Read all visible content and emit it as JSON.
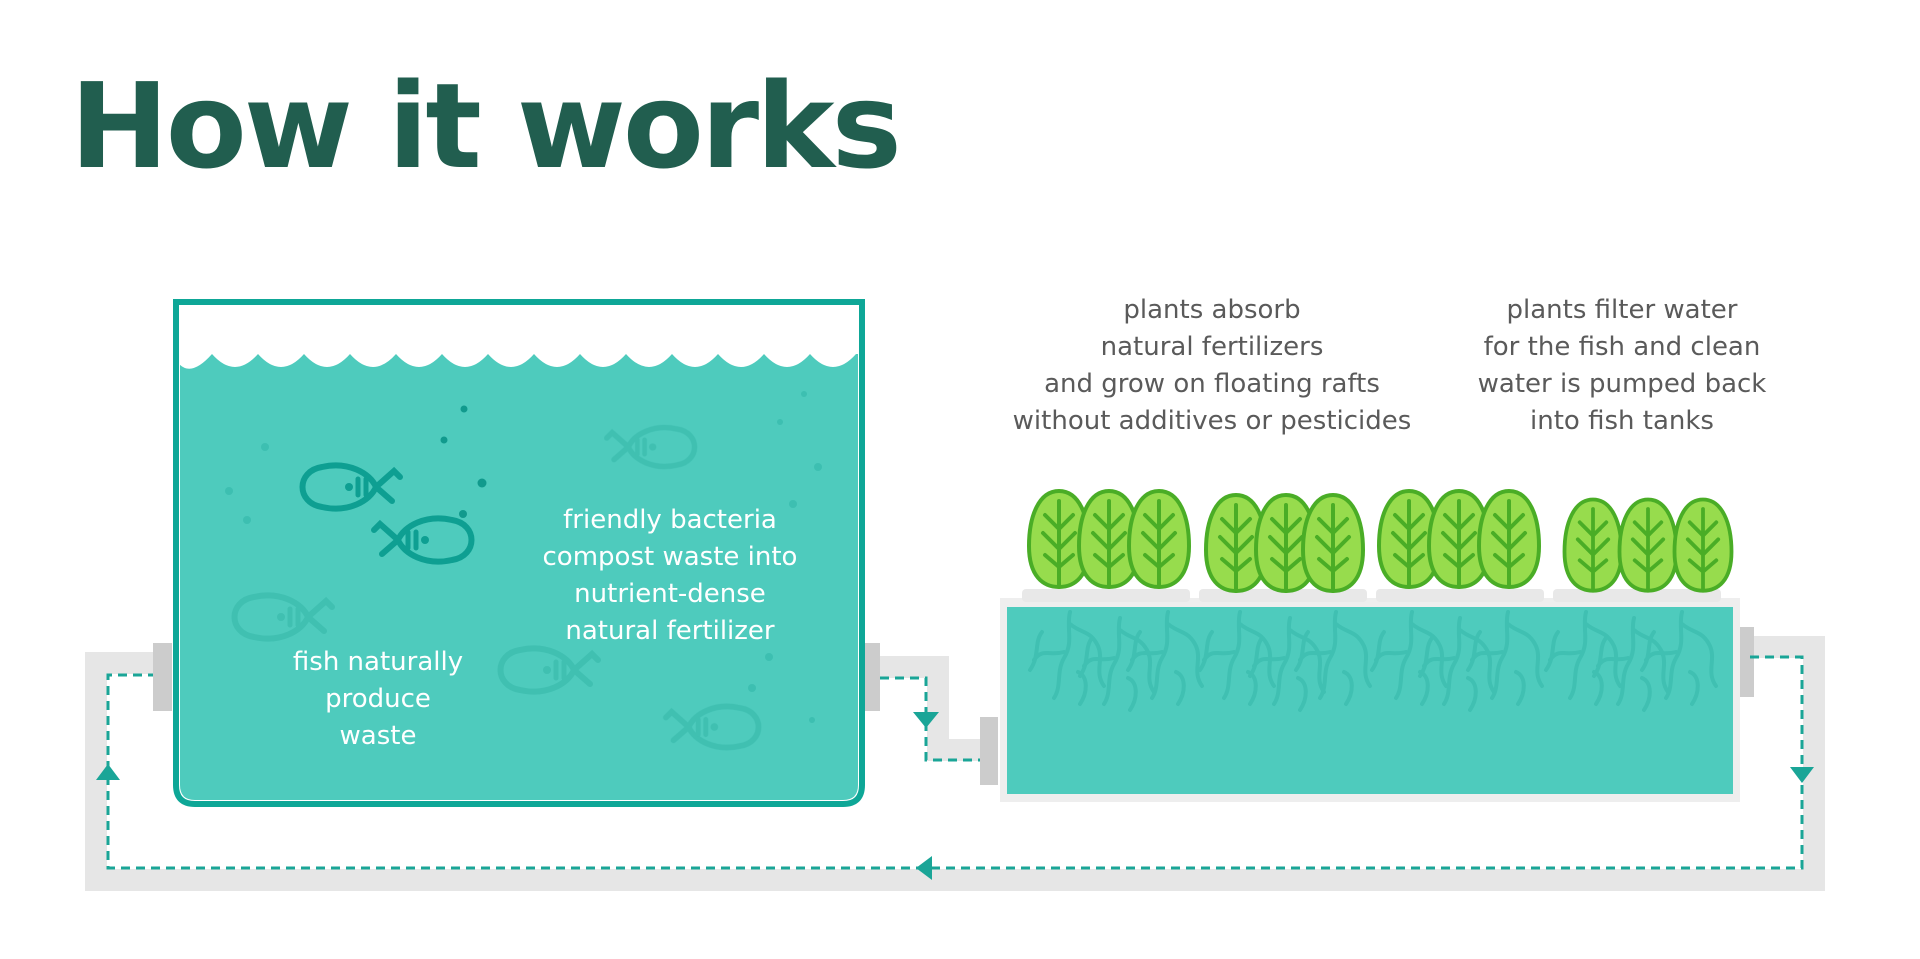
{
  "title": "How it works",
  "captions": {
    "fish_waste": "fish naturally\nproduce\nwaste",
    "bacteria": "friendly bacteria\ncompost waste into\nnutrient-dense\nnatural fertilizer",
    "plants_absorb": "plants absorb\nnatural fertilizers\nand grow on floating rafts\nwithout additives or pesticides",
    "plants_filter": "plants filter water\nfor the fish and clean\nwater is pumped back\ninto fish tanks"
  },
  "colors": {
    "title": "#215e4f",
    "tank_water": "#4ecbbd",
    "tank_border": "#0ea797",
    "fish": "#0e9f92",
    "pipe": "#e6e6e6",
    "flow": "#1aa597",
    "leaf_fill": "#97dc4d",
    "leaf_stroke": "#4aad26",
    "caption_grey": "#5a5a5a"
  },
  "icons": [
    "fish-icon",
    "lettuce-icon",
    "wave-icon",
    "flow-arrow-icon",
    "root-icon"
  ]
}
